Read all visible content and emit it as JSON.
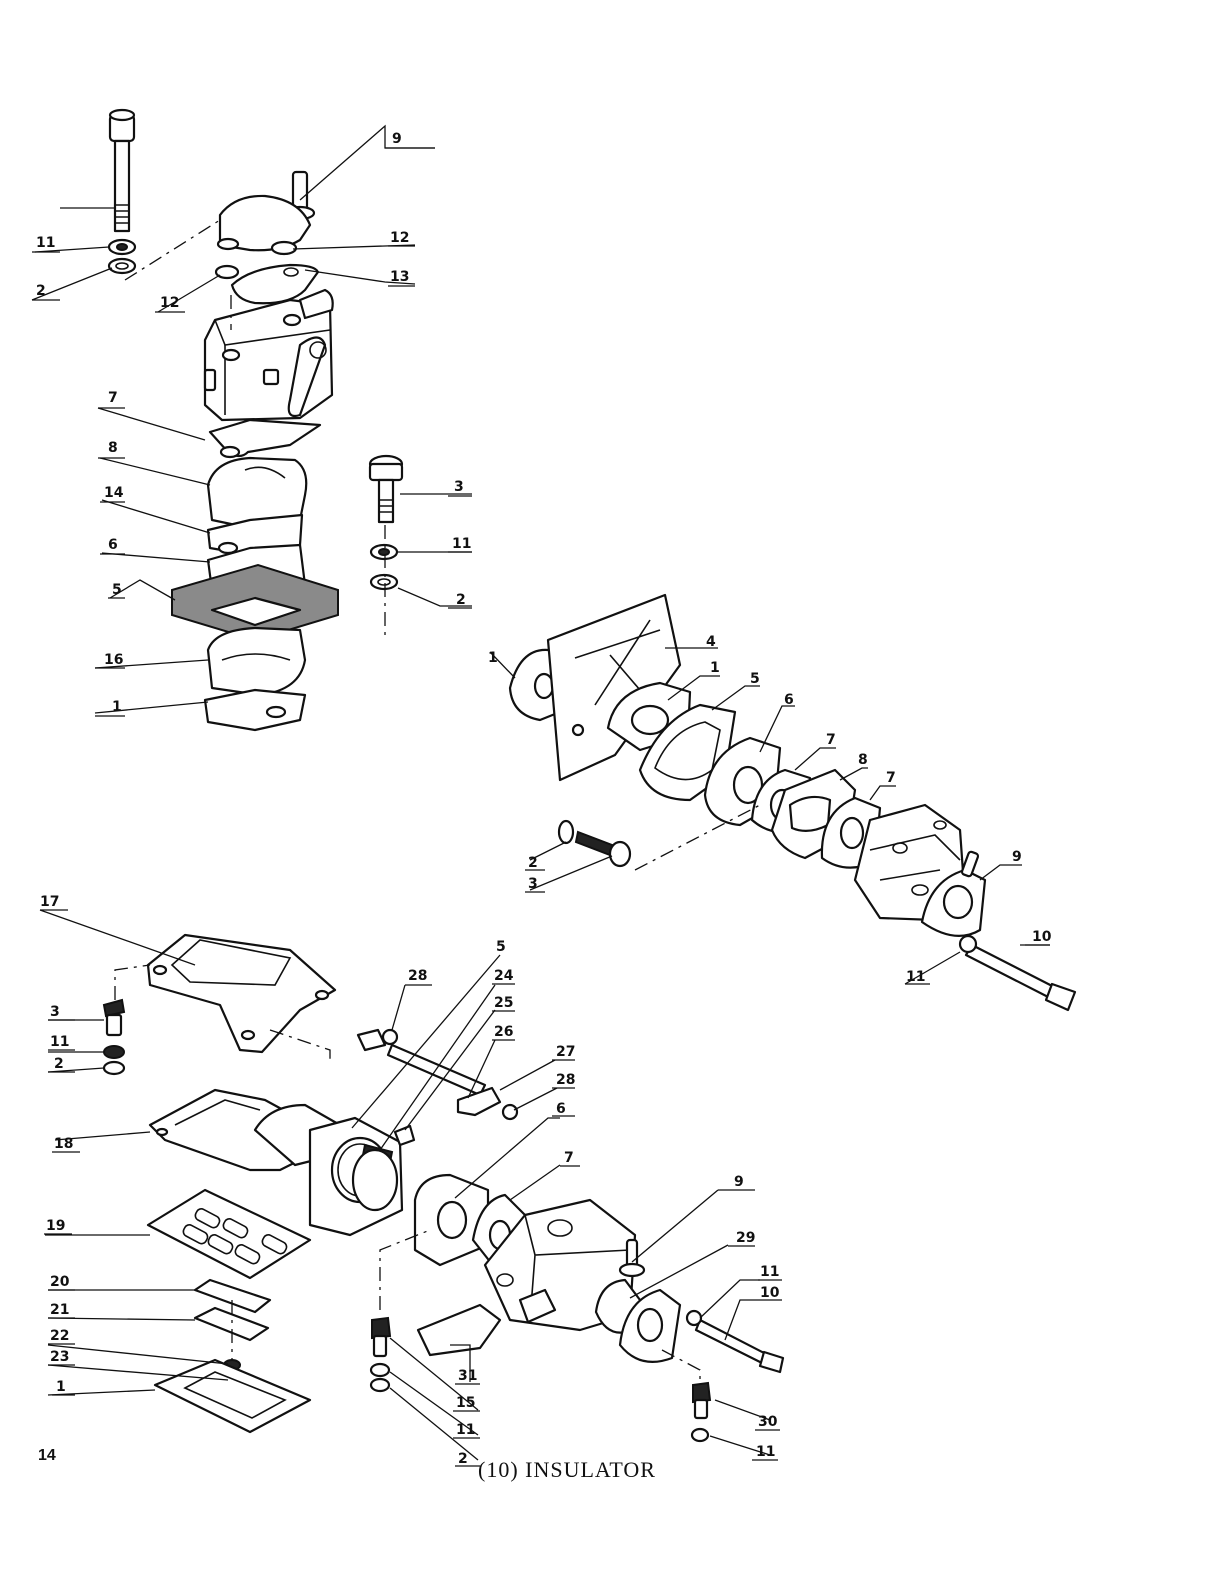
{
  "page_number": "14",
  "caption": "(10)  INSULATOR",
  "labels": {
    "t_9": "9",
    "t_11": "11",
    "t_2": "2",
    "t_12a": "12",
    "t_12b": "12",
    "t_13": "13",
    "t_7": "7",
    "t_8": "8",
    "t_14": "14",
    "t_6": "6",
    "t_5": "5",
    "t_16": "16",
    "t_1": "1",
    "t_3r": "3",
    "t_11r": "11",
    "t_2r": "2",
    "r_1a": "1",
    "r_4": "4",
    "r_1b": "1",
    "r_5": "5",
    "r_6": "6",
    "r_7a": "7",
    "r_8": "8",
    "r_7b": "7",
    "r_9": "9",
    "r_10": "10",
    "r_11": "11",
    "r_2": "2",
    "r_3": "3",
    "b_17": "17",
    "b_3": "3",
    "b_11": "11",
    "b_2": "2",
    "b_18": "18",
    "b_19": "19",
    "b_20": "20",
    "b_21": "21",
    "b_22": "22",
    "b_23": "23",
    "b_1": "1",
    "b_5": "5",
    "b_28a": "28",
    "b_24": "24",
    "b_25": "25",
    "b_26": "26",
    "b_27": "27",
    "b_28b": "28",
    "b_6": "6",
    "b_7": "7",
    "b_9": "9",
    "b_29": "29",
    "b_11a": "11",
    "b_10": "10",
    "b_30": "30",
    "b_11b": "11",
    "b_31": "31",
    "b_15": "15",
    "b_11c": "11",
    "b_2b": "2"
  }
}
